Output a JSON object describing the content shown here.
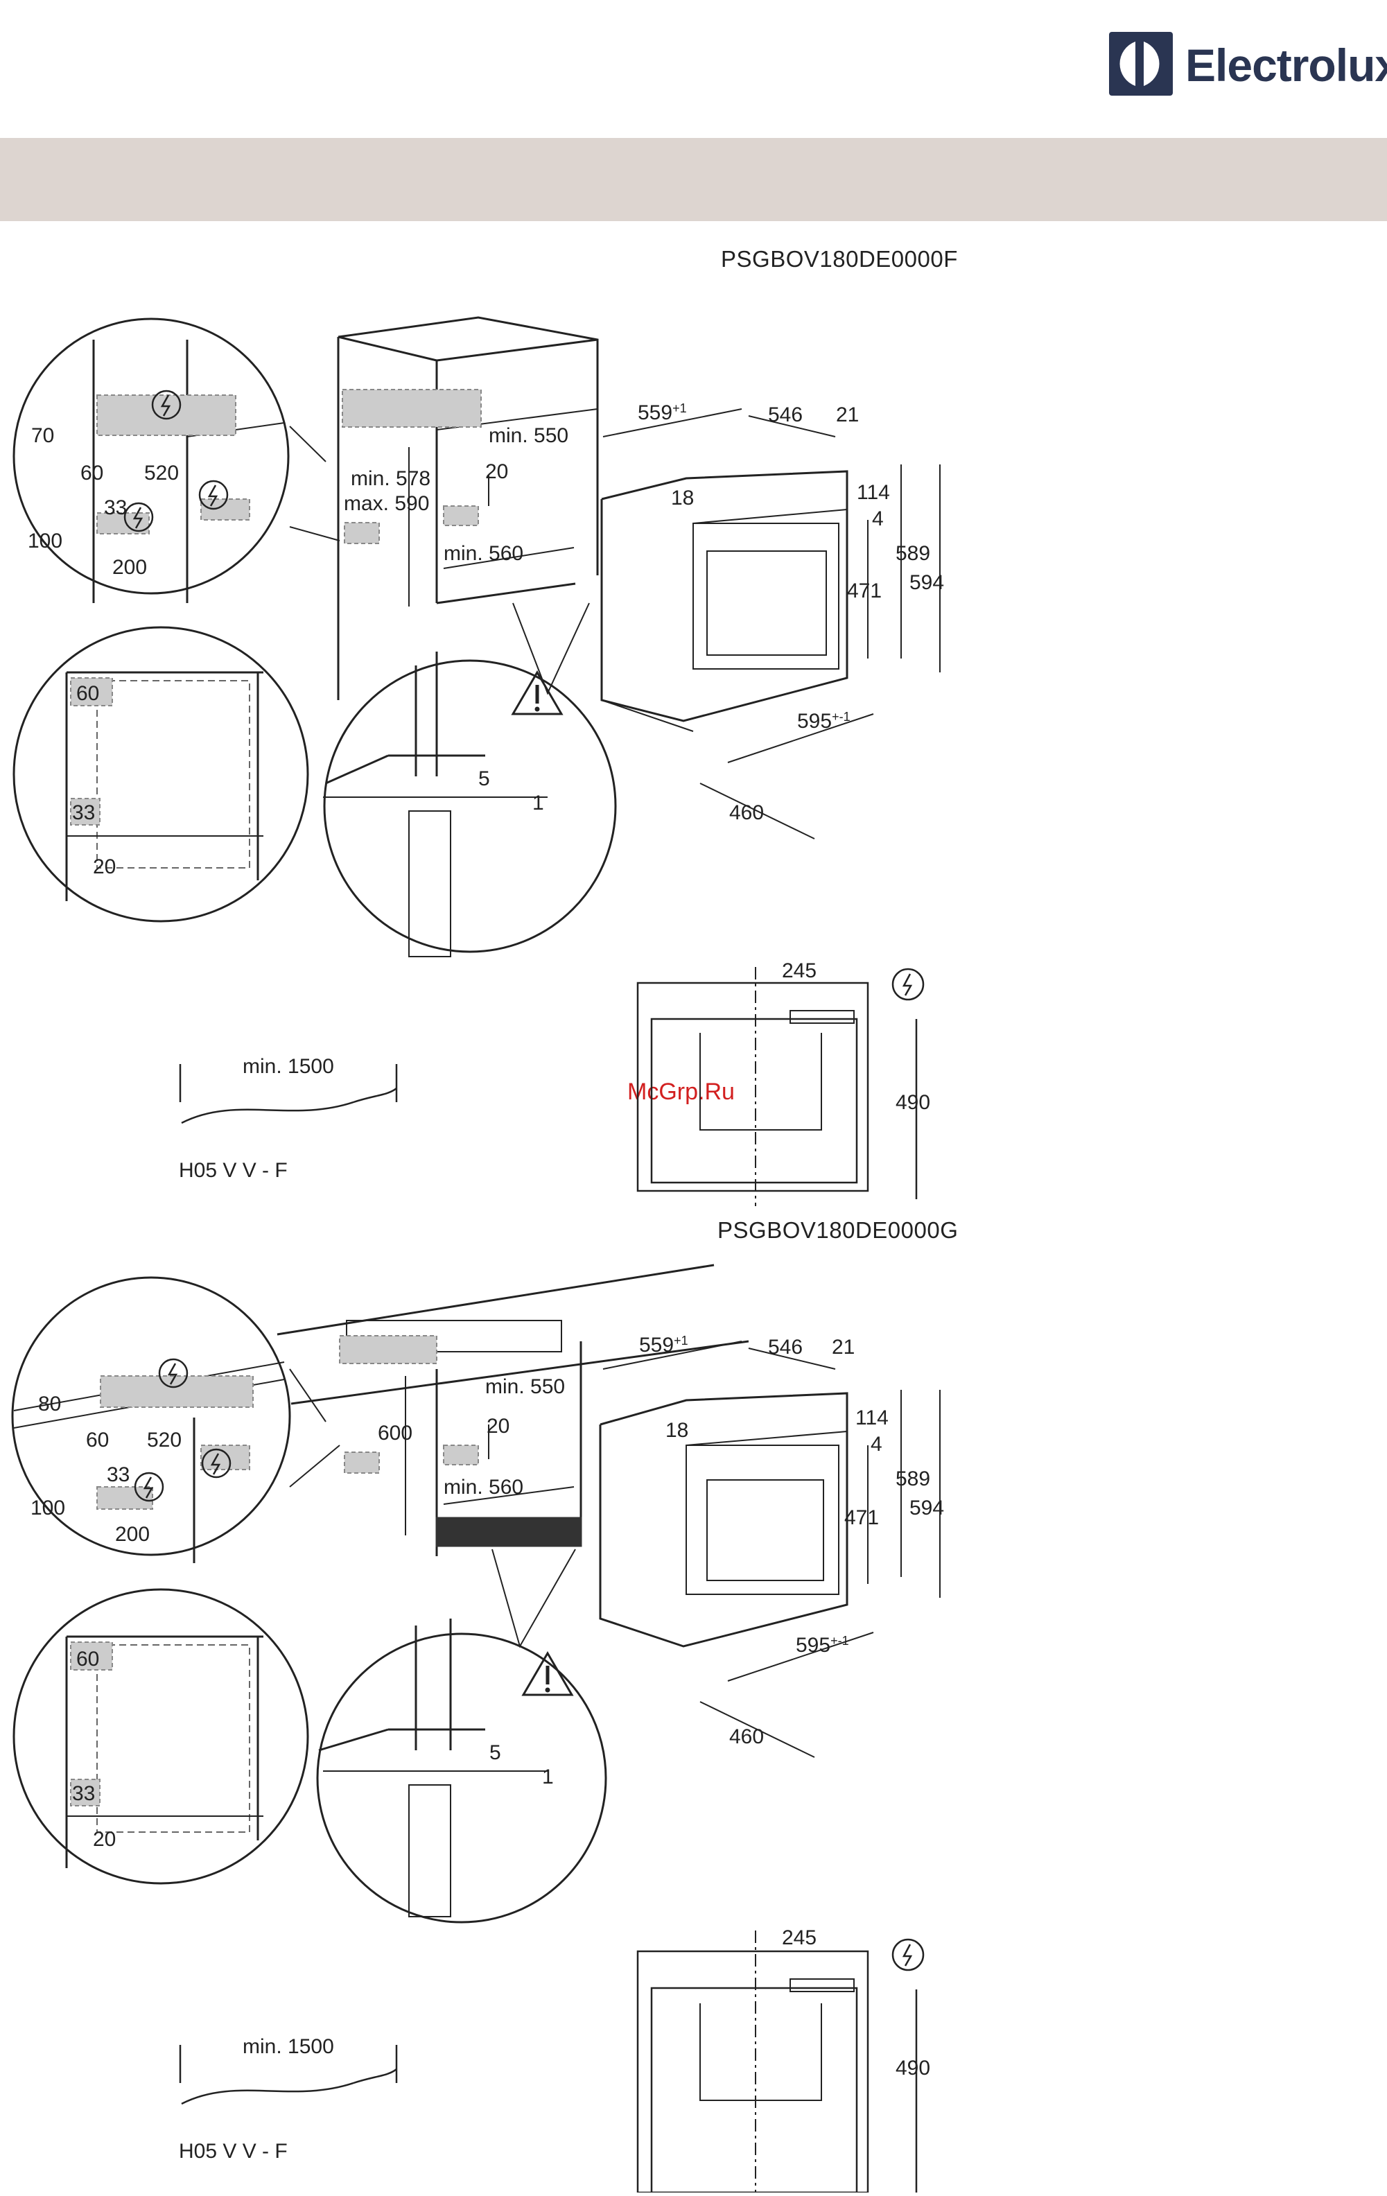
{
  "brand": {
    "name": "Electrolux"
  },
  "sections": [
    {
      "model": "PSGBOV180DE0000F",
      "dims": {
        "d70": "70",
        "d60": "60",
        "d520": "520",
        "d33": "33",
        "d100": "100",
        "d200": "200",
        "min578": "min. 578",
        "max590": "max. 590",
        "min550": "min. 550",
        "d20": "20",
        "min560": "min. 560",
        "w559": "559",
        "w559_tol": "+1",
        "w546": "546",
        "w21": "21",
        "h18": "18",
        "h114": "114",
        "h4": "4",
        "h589": "589",
        "h471": "471",
        "h594": "594",
        "w595": "595",
        "w595_tol": "+-1",
        "d460": "460",
        "z60": "60",
        "z33": "33",
        "z20": "20",
        "g5": "5",
        "g1": "1",
        "cable_len": "min. 1500",
        "cable_type": "H05 V V - F",
        "b245": "245",
        "b490": "490"
      }
    },
    {
      "model": "PSGBOV180DE0000G",
      "dims": {
        "d80": "80",
        "d60": "60",
        "d520": "520",
        "d33": "33",
        "d100": "100",
        "d200": "200",
        "h600": "600",
        "min550": "min. 550",
        "d20": "20",
        "min560": "min. 560",
        "w559": "559",
        "w559_tol": "+1",
        "w546": "546",
        "w21": "21",
        "h18": "18",
        "h114": "114",
        "h4": "4",
        "h589": "589",
        "h471": "471",
        "h594": "594",
        "w595": "595",
        "w595_tol": "+-1",
        "d460": "460",
        "z60": "60",
        "z33": "33",
        "z20": "20",
        "g5": "5",
        "g1": "1",
        "cable_len": "min. 1500",
        "cable_type": "H05 V V - F",
        "b245": "245",
        "b490": "490"
      }
    }
  ],
  "watermark": "McGrp.Ru",
  "icons": [
    "electrolux-logo-icon",
    "electric-hazard-icon",
    "warning-triangle-icon"
  ],
  "colors": {
    "band": "#ddd5d0",
    "brand": "#2a3552",
    "watermark": "#d21f1f",
    "hatch": "#cccccc"
  }
}
